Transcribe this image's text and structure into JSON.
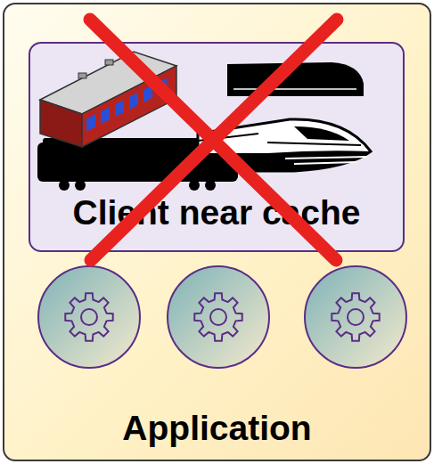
{
  "diagram": {
    "nodes": [
      {
        "text": [
          "Application"
        ]
      },
      {
        "text": [
          "Client near cache"
        ],
        "in": 0
      }
    ]
  }
}
